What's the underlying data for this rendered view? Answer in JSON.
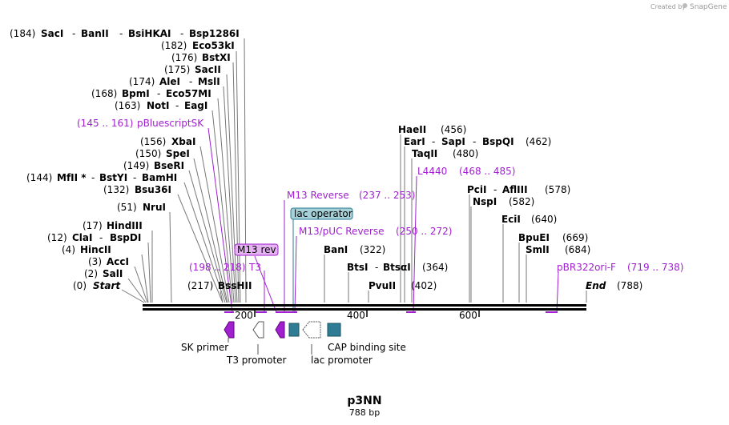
{
  "header": {
    "created_by": "Created by",
    "brand": "SnapGene"
  },
  "map": {
    "name": "p3NN",
    "length_label": "788 bp",
    "ruler": [
      "200",
      "400",
      "600"
    ]
  },
  "sites": {
    "s184": {
      "pos": "(184)",
      "names": [
        "SacI",
        "BanII",
        "BsiHKAI",
        "Bsp1286I"
      ]
    },
    "s182": {
      "pos": "(182)",
      "names": [
        "Eco53kI"
      ]
    },
    "s176": {
      "pos": "(176)",
      "names": [
        "BstXI"
      ]
    },
    "s175": {
      "pos": "(175)",
      "names": [
        "SacII"
      ]
    },
    "s174": {
      "pos": "(174)",
      "names": [
        "AleI",
        "MslI"
      ]
    },
    "s168": {
      "pos": "(168)",
      "names": [
        "BpmI",
        "Eco57MI"
      ]
    },
    "s163": {
      "pos": "(163)",
      "names": [
        "NotI",
        "EagI"
      ]
    },
    "s156": {
      "pos": "(156)",
      "names": [
        "XbaI"
      ]
    },
    "s150": {
      "pos": "(150)",
      "names": [
        "SpeI"
      ]
    },
    "s149": {
      "pos": "(149)",
      "names": [
        "BseRI"
      ]
    },
    "s144": {
      "pos": "(144)",
      "names": [
        "MfII *",
        "BstYI",
        "BamHI"
      ]
    },
    "s132": {
      "pos": "(132)",
      "names": [
        "Bsu36I"
      ]
    },
    "s51": {
      "pos": "(51)",
      "names": [
        "NruI"
      ]
    },
    "s17": {
      "pos": "(17)",
      "names": [
        "HindIII"
      ]
    },
    "s12": {
      "pos": "(12)",
      "names": [
        "ClaI",
        "BspDI"
      ]
    },
    "s4": {
      "pos": "(4)",
      "names": [
        "HincII"
      ]
    },
    "s3": {
      "pos": "(3)",
      "names": [
        "AccI"
      ]
    },
    "s2": {
      "pos": "(2)",
      "names": [
        "SalI"
      ]
    },
    "s0": {
      "pos": "(0)",
      "names": [
        "Start"
      ]
    },
    "s217": {
      "pos": "(217)",
      "names": [
        "BssHII"
      ]
    },
    "s456": {
      "pos": "(456)",
      "names": [
        "HaeII"
      ]
    },
    "s462": {
      "pos": "(462)",
      "names": [
        "EarI",
        "SapI",
        "BspQI"
      ]
    },
    "s480": {
      "pos": "(480)",
      "names": [
        "TaqII"
      ]
    },
    "s578": {
      "pos": "(578)",
      "names": [
        "PciI",
        "AflIII"
      ]
    },
    "s582": {
      "pos": "(582)",
      "names": [
        "NspI"
      ]
    },
    "s640": {
      "pos": "(640)",
      "names": [
        "EciI"
      ]
    },
    "s669": {
      "pos": "(669)",
      "names": [
        "BpuEI"
      ]
    },
    "s684": {
      "pos": "(684)",
      "names": [
        "SmlI"
      ]
    },
    "s322": {
      "pos": "(322)",
      "names": [
        "BanI"
      ]
    },
    "s364": {
      "pos": "(364)",
      "names": [
        "BtsI",
        "BtsαI"
      ]
    },
    "s402": {
      "pos": "(402)",
      "names": [
        "PvuII"
      ]
    },
    "s788": {
      "pos": "(788)",
      "names": [
        "End"
      ]
    }
  },
  "features": {
    "pbluescriptsk": {
      "range": "(145 .. 161)",
      "name": "pBluescriptSK"
    },
    "m13_reverse": {
      "range": "(237 .. 253)",
      "name": "M13 Reverse"
    },
    "lac_operator": {
      "name": "lac operator"
    },
    "m13_puc_reverse": {
      "range": "(250 .. 272)",
      "name": "M13/pUC Reverse"
    },
    "l4440": {
      "range": "(468 .. 485)",
      "name": "L4440"
    },
    "m13_rev": {
      "name": "M13 rev"
    },
    "t3": {
      "range": "(198 .. 218)",
      "name": "T3"
    },
    "pbr322ori_f": {
      "range": "(719 .. 738)",
      "name": "pBR322ori-F"
    }
  },
  "feature_labels": {
    "sk_primer": "SK primer",
    "t3_promoter": "T3 promoter",
    "lac_promoter": "lac promoter",
    "cap_site": "CAP binding site"
  },
  "colors": {
    "primer": "#a020d0",
    "misc": "#2e7d95",
    "promoter_fill": "#ffffff",
    "lac_operator_fill": "#a6d1d8",
    "m13rev_fill": "#e6b3f2"
  }
}
